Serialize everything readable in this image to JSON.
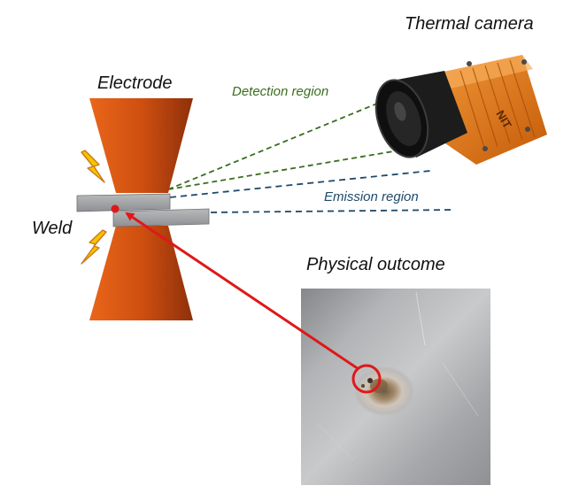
{
  "labels": {
    "thermal_camera": "Thermal camera",
    "electrode": "Electrode",
    "weld": "Weld",
    "physical_outcome": "Physical outcome",
    "detection_region": "Detection region",
    "emission_region": "Emission region"
  },
  "camera": {
    "brand": "NIT"
  },
  "colors": {
    "electrode": "#d9560f",
    "detection": "#3a6e1e",
    "emission": "#1e4a6b",
    "arrow": "#e01818",
    "spark": "#f5c400",
    "camera_body": "#e8741a",
    "sheet": "#b4b5b7"
  },
  "icons": {
    "spark": "lightning-bolt-icon",
    "arrow": "arrow-icon"
  }
}
